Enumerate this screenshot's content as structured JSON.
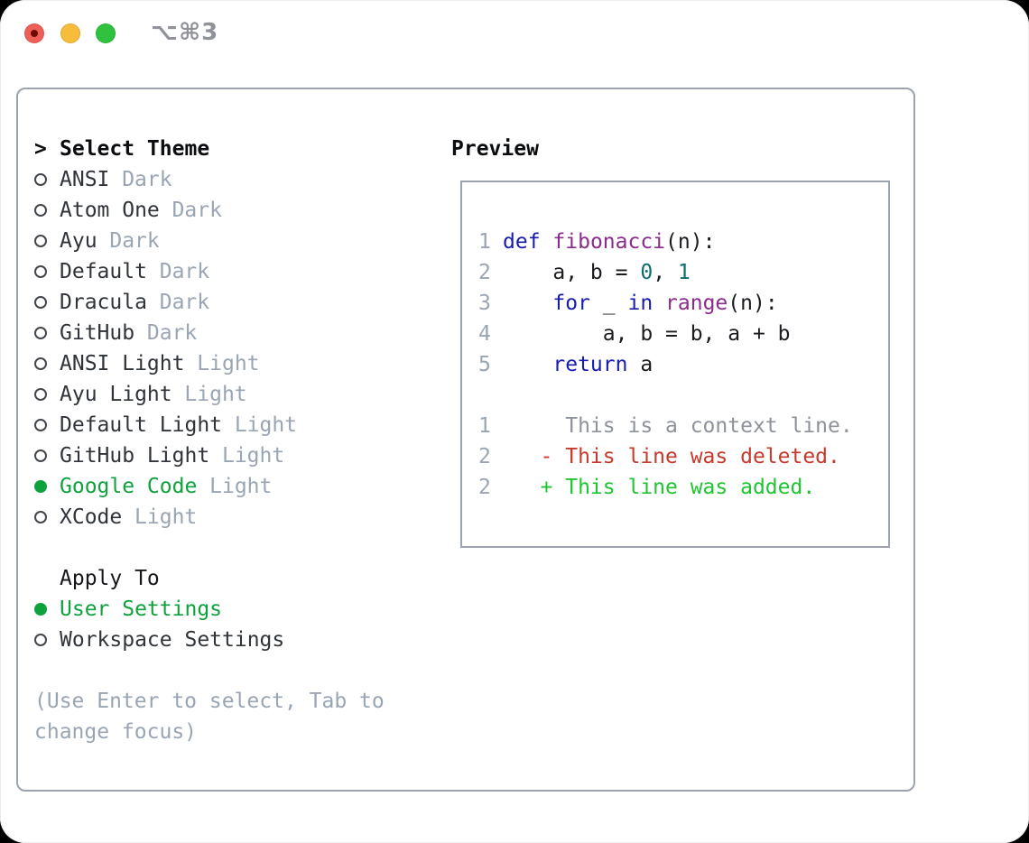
{
  "window": {
    "shortcut": "⌥⌘3",
    "traffic_lights": [
      {
        "name": "close",
        "color": "#ee5f57"
      },
      {
        "name": "minimize",
        "color": "#f6bd3b"
      },
      {
        "name": "zoom",
        "color": "#2fc23e"
      }
    ]
  },
  "theme_panel": {
    "header": "Select Theme",
    "themes": [
      {
        "name": "ANSI",
        "variant": "Dark",
        "selected": false
      },
      {
        "name": "Atom One",
        "variant": "Dark",
        "selected": false
      },
      {
        "name": "Ayu",
        "variant": "Dark",
        "selected": false
      },
      {
        "name": "Default",
        "variant": "Dark",
        "selected": false
      },
      {
        "name": "Dracula",
        "variant": "Dark",
        "selected": false
      },
      {
        "name": "GitHub",
        "variant": "Dark",
        "selected": false
      },
      {
        "name": "ANSI Light",
        "variant": "Light",
        "selected": false
      },
      {
        "name": "Ayu Light",
        "variant": "Light",
        "selected": false
      },
      {
        "name": "Default Light",
        "variant": "Light",
        "selected": false
      },
      {
        "name": "GitHub Light",
        "variant": "Light",
        "selected": false
      },
      {
        "name": "Google Code",
        "variant": "Light",
        "selected": true
      },
      {
        "name": "XCode",
        "variant": "Light",
        "selected": false
      }
    ],
    "apply_to": {
      "header": "Apply To",
      "options": [
        {
          "name": "User Settings",
          "selected": true
        },
        {
          "name": "Workspace Settings",
          "selected": false
        }
      ]
    },
    "help_lines": [
      "(Use Enter to select, Tab to",
      "change focus)"
    ]
  },
  "preview": {
    "title": "Preview",
    "code_lines": [
      {
        "num": "1",
        "tokens": [
          [
            "kwd",
            "def"
          ],
          [
            "pln",
            " "
          ],
          [
            "typ",
            "fibonacci"
          ],
          [
            "pln",
            "(n):"
          ]
        ]
      },
      {
        "num": "2",
        "tokens": [
          [
            "pln",
            "    a, b = "
          ],
          [
            "lit",
            "0"
          ],
          [
            "pln",
            ", "
          ],
          [
            "lit",
            "1"
          ]
        ]
      },
      {
        "num": "3",
        "tokens": [
          [
            "pln",
            "    "
          ],
          [
            "kwd",
            "for"
          ],
          [
            "pln",
            " _ "
          ],
          [
            "kwd",
            "in"
          ],
          [
            "pln",
            " "
          ],
          [
            "typ",
            "range"
          ],
          [
            "pln",
            "(n):"
          ]
        ]
      },
      {
        "num": "4",
        "tokens": [
          [
            "pln",
            "        a, b = b, a + b"
          ]
        ]
      },
      {
        "num": "5",
        "tokens": [
          [
            "pln",
            "    "
          ],
          [
            "kwd",
            "return"
          ],
          [
            "pln",
            " a"
          ]
        ]
      }
    ],
    "diff_lines": [
      {
        "num": "1",
        "type": "ctx",
        "text": "     This is a context line."
      },
      {
        "num": "2",
        "type": "del",
        "text": "   - This line was deleted."
      },
      {
        "num": "2",
        "type": "add",
        "text": "   + This line was added."
      }
    ]
  },
  "colors": {
    "selected_green": "#0ea23c",
    "keyword_blue": "#171cae",
    "type_purple": "#8b2b8c",
    "literal_teal": "#0c6e6e",
    "deleted_red": "#c6392b",
    "added_green": "#1ec531",
    "muted_gray": "#9aa5b4",
    "panel_border": "#9aa3ae",
    "traffic_red": "#ee5f57",
    "traffic_yellow": "#f6bd3b",
    "traffic_green": "#2fc23e"
  }
}
